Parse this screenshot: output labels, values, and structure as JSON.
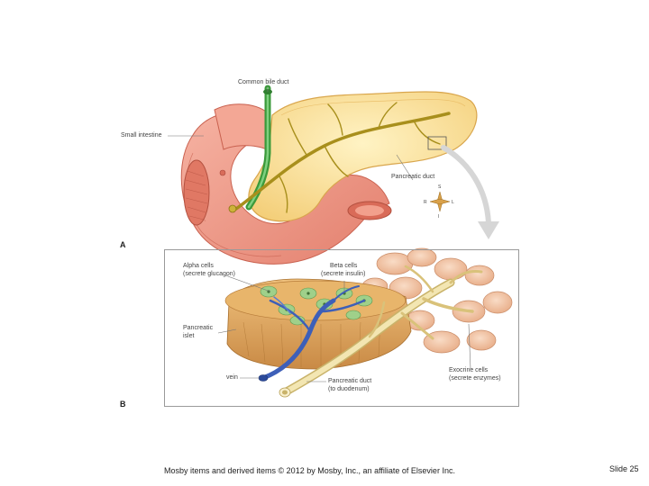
{
  "panel_a": {
    "letter": "A",
    "labels": {
      "common_bile_duct": "Common bile duct",
      "small_intestine": "Small intestine",
      "pancreatic_duct": "Pancreatic duct"
    },
    "compass": {
      "north": "S",
      "south": "I",
      "west": "R",
      "east": "L"
    }
  },
  "panel_b": {
    "letter": "B",
    "labels": {
      "alpha_cells": "Alpha cells",
      "alpha_cells_note": "(secrete glucagon)",
      "beta_cells": "Beta cells",
      "beta_cells_note": "(secrete insulin)",
      "pancreatic_islet_1": "Pancreatic",
      "pancreatic_islet_2": "islet",
      "vein": "vein",
      "pancreatic_duct": "Pancreatic duct",
      "pancreatic_duct_note": "(to duodenum)",
      "exocrine_cells": "Exocrine cells",
      "exocrine_cells_note": "(secrete enzymes)"
    }
  },
  "footer": {
    "credit": "Mosby items and derived items © 2012 by Mosby, Inc., an affiliate of Elsevier Inc.",
    "slide": "Slide 25"
  }
}
